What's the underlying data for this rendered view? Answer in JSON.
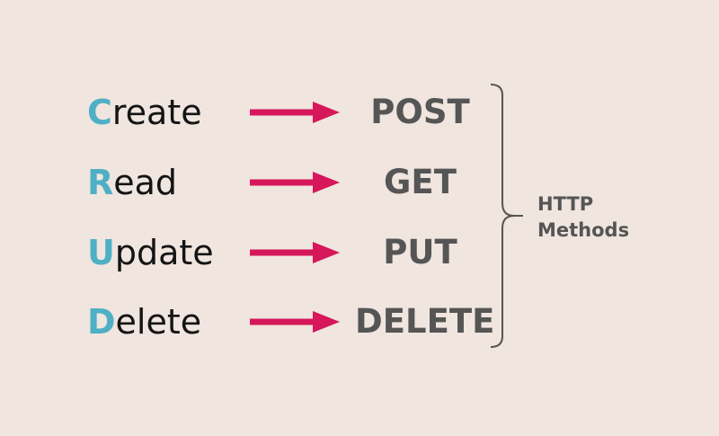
{
  "mappings": [
    {
      "initial": "C",
      "rest": "reate",
      "method": "POST"
    },
    {
      "initial": "R",
      "rest": "ead",
      "method": "GET"
    },
    {
      "initial": "U",
      "rest": "pdate",
      "method": "PUT"
    },
    {
      "initial": "D",
      "rest": "elete",
      "method": "DELETE"
    }
  ],
  "brace_label": {
    "line1": "HTTP",
    "line2": "Methods"
  },
  "colors": {
    "background": "#f0e5df",
    "initial_letter": "#4fb0c5",
    "arrow": "#d6175a",
    "method_text": "#555555",
    "brace": "#555555"
  }
}
